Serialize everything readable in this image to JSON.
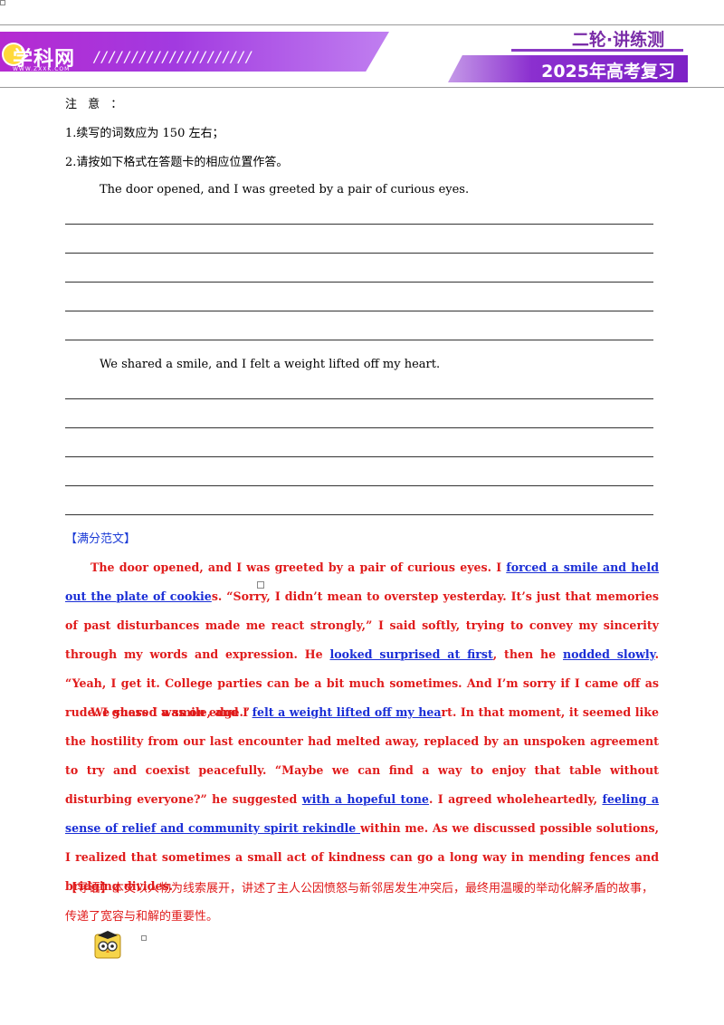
{
  "header": {
    "logo_text": "学科网",
    "logo_url": "WWW.ZXXK.COM",
    "slashes": "/////////////////////",
    "series_title": "二轮·讲练测",
    "exam_title": "2025年高考复习"
  },
  "notice": {
    "label": "注  意  ：",
    "rule1": "1.续写的词数应为  150 左右；",
    "rule2": "2.请按如下格式在答题卡的相应位置作答。"
  },
  "prompts": {
    "paragraph1_start": "The door opened, and I was greeted by a pair of curious eyes.",
    "paragraph2_start": "We shared a smile, and I felt a weight lifted off my heart."
  },
  "essay": {
    "section_title": "【满分范文】",
    "p1": [
      {
        "t": "The door opened, and I was greeted by a pair of curious eyes. I ",
        "hl": false
      },
      {
        "t": "forced a smile and held out the plate of cookie",
        "hl": true
      },
      {
        "t": "s. “Sorry, I didn’t mean to overstep yesterday. It’s just that memories of past disturbances made me react strongly,” I said softly, trying to convey my sincerity through my words and expression. He ",
        "hl": false
      },
      {
        "t": "looked surprised at first",
        "hl": true
      },
      {
        "t": ", then he ",
        "hl": false
      },
      {
        "t": "nodded slowly",
        "hl": true
      },
      {
        "t": ". “Yeah, I get it. College parties can be a bit much sometimes. And I’m sorry if I came off as rude. I guess I was on edge.”",
        "hl": false
      }
    ],
    "p2": [
      {
        "t": "We shared a smile, and I ",
        "hl": false
      },
      {
        "t": "felt a weight lifted off my hea",
        "hl": true
      },
      {
        "t": "rt. In that moment, it seemed like the hostility from our last encounter had melted away, replaced by an unspoken agreement to try and coexist peacefully. “Maybe we can find a way to enjoy that table without disturbing everyone?” he suggested ",
        "hl": false
      },
      {
        "t": "with a hopeful tone",
        "hl": true
      },
      {
        "t": ". I agreed wholeheartedly, ",
        "hl": false
      },
      {
        "t": "feeling a sense of relief and community spirit rekindle ",
        "hl": true
      },
      {
        "t": " within me. As we discussed possible solutions, I realized that sometimes a small act of kindness can go a long way in mending fences and bridging divides.",
        "hl": false
      }
    ]
  },
  "guide": {
    "tag": "【导语】",
    "text": "本文以人物为线索展开，讲述了主人公因愤怒与新邻居发生冲突后，最终用温暖的举动化解矛盾的故事，传递了宽容与和解的重要性。"
  },
  "colors": {
    "essay_text": "#e01b1b",
    "highlight": "#1b2fd6",
    "brand_purple": "#8b2fcf"
  }
}
